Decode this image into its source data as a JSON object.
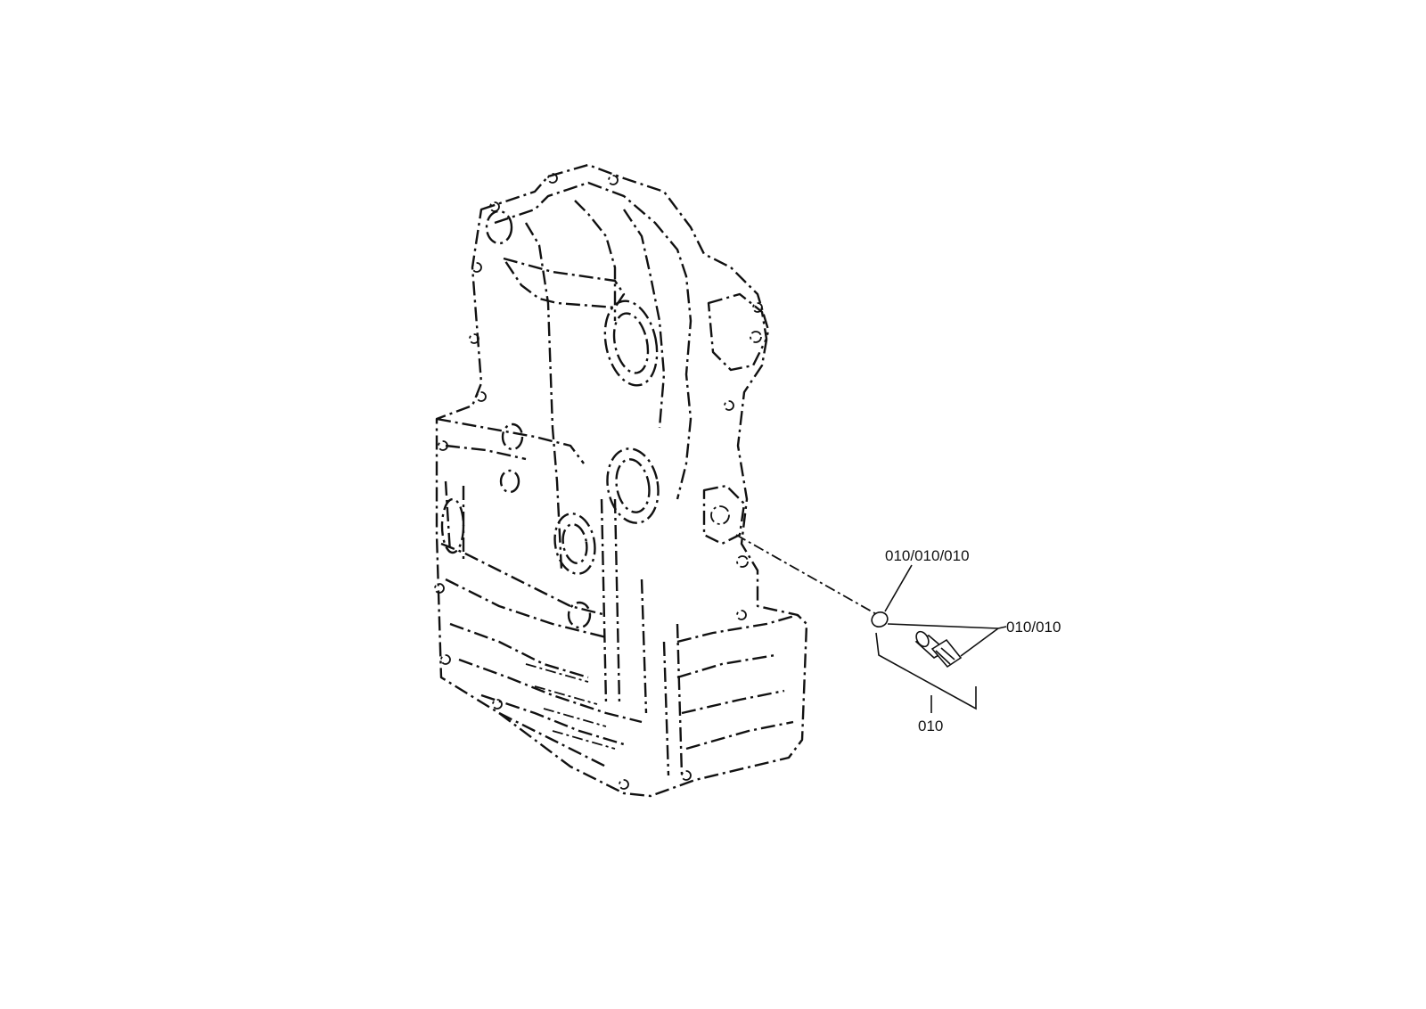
{
  "callouts": {
    "seal_ring": "010/010/010",
    "sensor": "010/010",
    "assembly": "010"
  },
  "colors": {
    "line": "#111111",
    "background": "#ffffff"
  }
}
